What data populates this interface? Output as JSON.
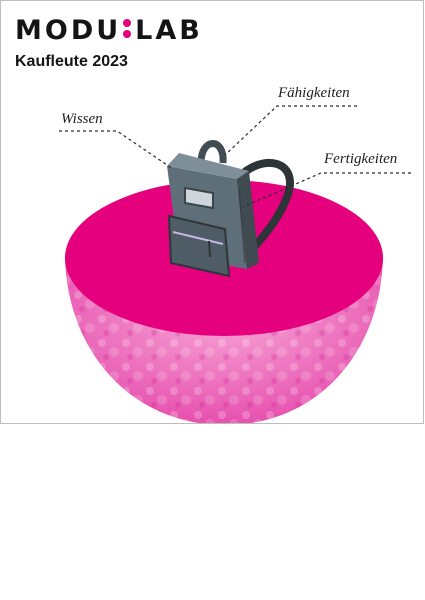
{
  "brand": {
    "left": "MODU",
    "right": "LAB",
    "separator": "pink-colon-dots"
  },
  "subtitle": "Kaufleute 2023",
  "labels": {
    "wissen": "Wissen",
    "faehigkeiten": "Fähigkeiten",
    "fertigkeiten": "Fertigkeiten"
  },
  "colors": {
    "magenta": "#e5007d",
    "backpack": "#5f6f7a",
    "text": "#141414"
  },
  "icons": [
    "backpack-icon"
  ]
}
